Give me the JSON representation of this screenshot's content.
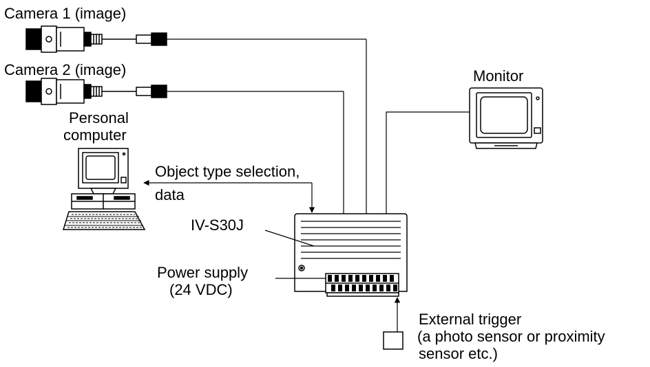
{
  "labels": {
    "camera1": "Camera 1 (image)",
    "camera2": "Camera 2 (image)",
    "monitor": "Monitor",
    "pc_line1": "Personal",
    "pc_line2": "computer",
    "object_line1": "Object type selection,",
    "object_line2": "data",
    "controller": "IV-S30J",
    "power_line1": "Power supply",
    "power_line2": "(24 VDC)",
    "trigger_line1": "External trigger",
    "trigger_line2": "(a photo sensor or proximity",
    "trigger_line3": "sensor etc.)"
  }
}
